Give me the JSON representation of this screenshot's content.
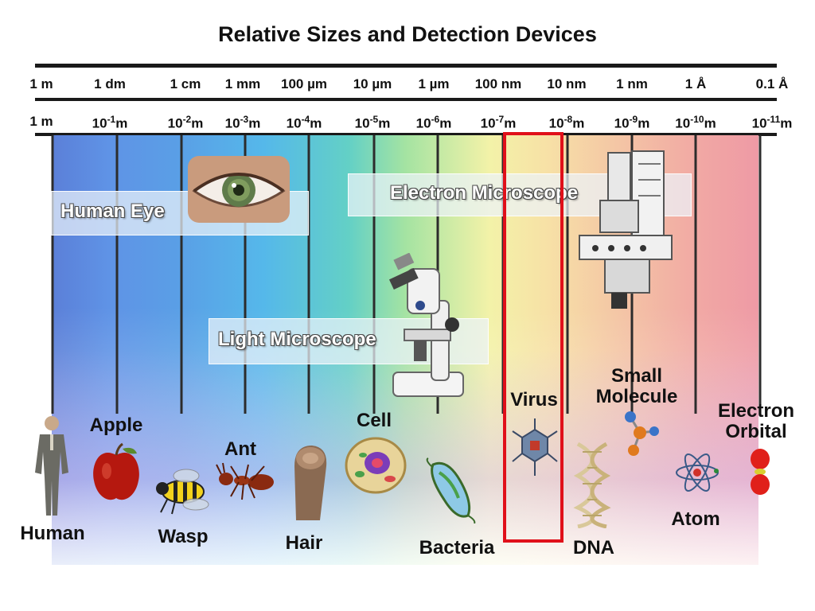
{
  "title": "Relative Sizes and Detection Devices",
  "scale_units": [
    "1 m",
    "1 dm",
    "1 cm",
    "1 mm",
    "100 µm",
    "10 µm",
    "1 µm",
    "100 nm",
    "10 nm",
    "1 nm",
    "1 Å",
    "0.1 Å"
  ],
  "scale_powers": [
    {
      "base": "1 m",
      "exp": ""
    },
    {
      "base": "10",
      "exp": "-1",
      "unit": "m"
    },
    {
      "base": "10",
      "exp": "-2",
      "unit": "m"
    },
    {
      "base": "10",
      "exp": "-3",
      "unit": "m"
    },
    {
      "base": "10",
      "exp": "-4",
      "unit": "m"
    },
    {
      "base": "10",
      "exp": "-5",
      "unit": "m"
    },
    {
      "base": "10",
      "exp": "-6",
      "unit": "m"
    },
    {
      "base": "10",
      "exp": "-7",
      "unit": "m"
    },
    {
      "base": "10",
      "exp": "-8",
      "unit": "m"
    },
    {
      "base": "10",
      "exp": "-9",
      "unit": "m"
    },
    {
      "base": "10",
      "exp": "-10",
      "unit": "m"
    },
    {
      "base": "10",
      "exp": "-11",
      "unit": "m"
    }
  ],
  "devices": {
    "human_eye": "Human Eye",
    "light_microscope": "Light Microscope",
    "electron_microscope": "Electron Microscope"
  },
  "objects": {
    "human": "Human",
    "apple": "Apple",
    "wasp": "Wasp",
    "ant": "Ant",
    "hair": "Hair",
    "cell": "Cell",
    "bacteria": "Bacteria",
    "virus": "Virus",
    "dna": "DNA",
    "small_molecule_line1": "Small",
    "small_molecule_line2": "Molecule",
    "atom": "Atom",
    "electron_orbital_line1": "Electron",
    "electron_orbital_line2": "Orbital"
  },
  "highlight_color": "#e0101a",
  "highlighted_scale": "10 nm"
}
